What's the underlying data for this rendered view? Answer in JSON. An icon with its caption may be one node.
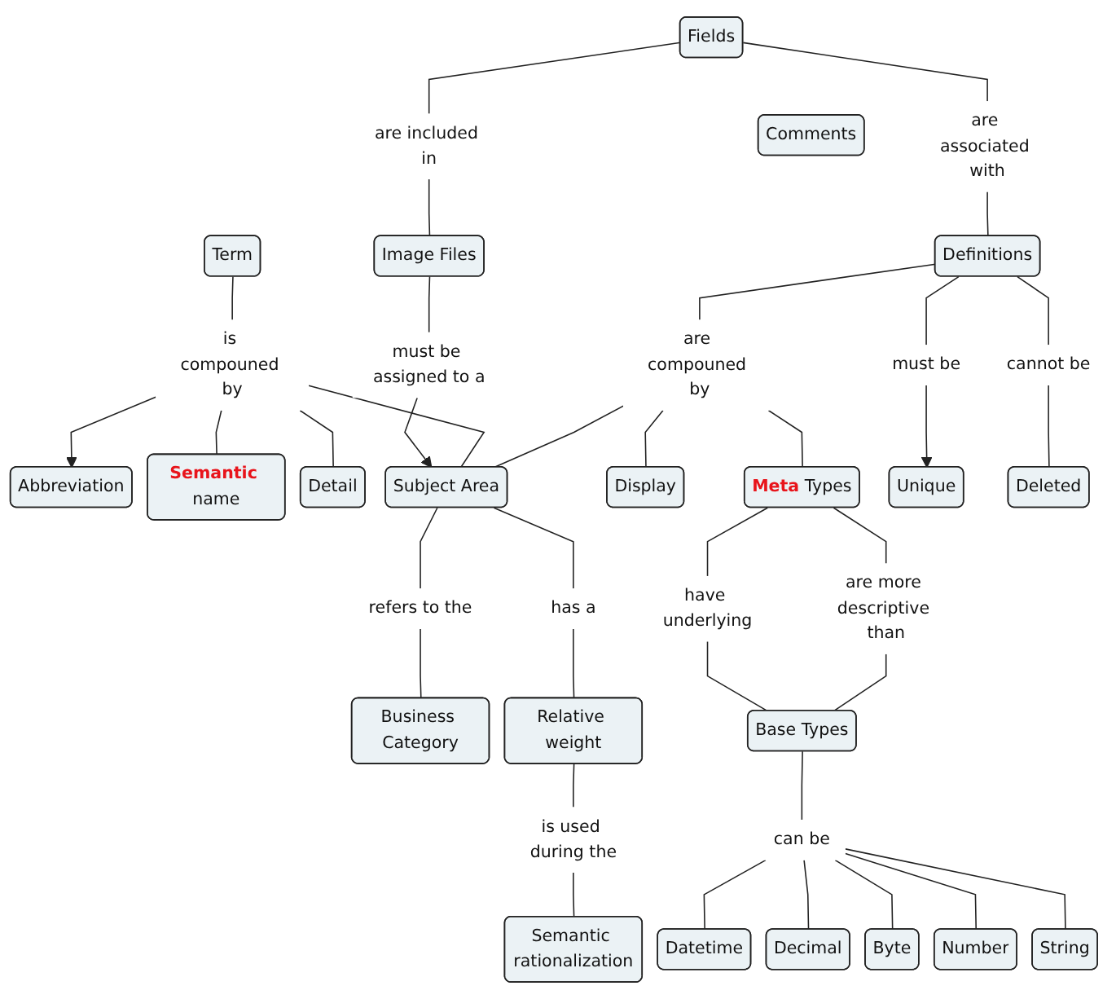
{
  "diagram": {
    "nodes": [
      {
        "text": [
          "Fields"
        ]
      },
      {
        "text": [
          "Term"
        ]
      },
      {
        "text": [
          "are associated with"
        ]
      },
      {
        "text": [
          "must be"
        ]
      },
      {
        "text": [
          "Unique"
        ]
      },
      {
        "text": [
          "are included in"
        ]
      },
      {
        "text": [
          "Definitions"
        ]
      },
      {
        "text": [
          "Abbreviation"
        ]
      },
      {
        "text": [
          "is compouned by"
        ]
      },
      {
        "text": [
          "cannot be"
        ]
      },
      {
        "text": [
          "Image Files"
        ]
      },
      {
        "text": [
          "**Semantic** name"
        ]
      },
      {
        "text": [
          "Detail"
        ]
      },
      {
        "text": [
          "are compouned by"
        ]
      },
      {
        "text": [
          "Deleted"
        ]
      },
      {
        "text": [
          "must be assigned to a"
        ]
      },
      {
        "text": [
          "Subject Area"
        ]
      },
      {
        "text": [
          "Display"
        ]
      },
      {
        "text": [
          "Comments"
        ]
      },
      {
        "text": [
          "**Meta** Types"
        ]
      },
      {
        "text": [
          "refers to the"
        ]
      },
      {
        "text": [
          "has a"
        ]
      },
      {
        "text": [
          "have underlying"
        ]
      },
      {
        "text": [
          "are more descriptive than"
        ]
      },
      {
        "text": [
          "Business Category"
        ]
      },
      {
        "text": [
          "Relative weight"
        ]
      },
      {
        "text": [
          "is used during the"
        ]
      },
      {
        "text": [
          "Base Types"
        ]
      },
      {
        "text": [
          "can be"
        ]
      },
      {
        "text": [
          "Semantic rationalization"
        ]
      },
      {
        "text": [
          "Datetime"
        ]
      },
      {
        "text": [
          "String"
        ]
      },
      {
        "text": [
          "Decimal"
        ]
      },
      {
        "text": [
          "Byte"
        ]
      },
      {
        "text": [
          "Number"
        ]
      }
    ],
    "edges": [
      {
        "from": 0,
        "to": 2,
        "arrow": "none"
      },
      {
        "from": 2,
        "to": 6,
        "arrow": "none"
      },
      {
        "from": 6,
        "to": 3,
        "arrow": "none"
      },
      {
        "from": 3,
        "to": 4,
        "arrow": "to"
      },
      {
        "from": 6,
        "to": 9,
        "arrow": "none"
      },
      {
        "from": 9,
        "to": 14,
        "arrow": "none"
      },
      {
        "from": 0,
        "to": 5,
        "arrow": "none"
      },
      {
        "from": 5,
        "to": 10,
        "arrow": "none"
      },
      {
        "from": 10,
        "to": 15,
        "arrow": "none"
      },
      {
        "from": 15,
        "to": 16,
        "arrow": "to"
      },
      {
        "from": 1,
        "to": 8,
        "arrow": "none"
      },
      {
        "from": 8,
        "to": 7,
        "arrow": "to"
      },
      {
        "from": 8,
        "to": 11,
        "arrow": "none"
      },
      {
        "from": 8,
        "to": 12,
        "arrow": "none"
      },
      {
        "from": 8,
        "to": 16,
        "arrow": "none"
      },
      {
        "from": 6,
        "to": 13,
        "arrow": "none"
      },
      {
        "from": 13,
        "to": 16,
        "arrow": "none"
      },
      {
        "from": 13,
        "to": 17,
        "arrow": "none"
      },
      {
        "from": 13,
        "to": 19,
        "arrow": "none"
      },
      {
        "from": 16,
        "to": 20,
        "arrow": "none"
      },
      {
        "from": 20,
        "to": 24,
        "arrow": "none"
      },
      {
        "from": 16,
        "to": 21,
        "arrow": "none"
      },
      {
        "from": 21,
        "to": 25,
        "arrow": "none"
      },
      {
        "from": 25,
        "to": 26,
        "arrow": "none"
      },
      {
        "from": 26,
        "to": 29,
        "arrow": "none"
      },
      {
        "from": 19,
        "to": 22,
        "arrow": "none"
      },
      {
        "from": 22,
        "to": 27,
        "arrow": "none"
      },
      {
        "from": 19,
        "to": 23,
        "arrow": "none"
      },
      {
        "from": 23,
        "to": 27,
        "arrow": "none"
      },
      {
        "from": 27,
        "to": 28,
        "arrow": "none"
      },
      {
        "from": 28,
        "to": 30,
        "arrow": "none"
      },
      {
        "from": 28,
        "to": 32,
        "arrow": "none"
      },
      {
        "from": 28,
        "to": 33,
        "arrow": "none"
      },
      {
        "from": 28,
        "to": 34,
        "arrow": "none"
      },
      {
        "from": 28,
        "to": 31,
        "arrow": "none"
      }
    ]
  }
}
